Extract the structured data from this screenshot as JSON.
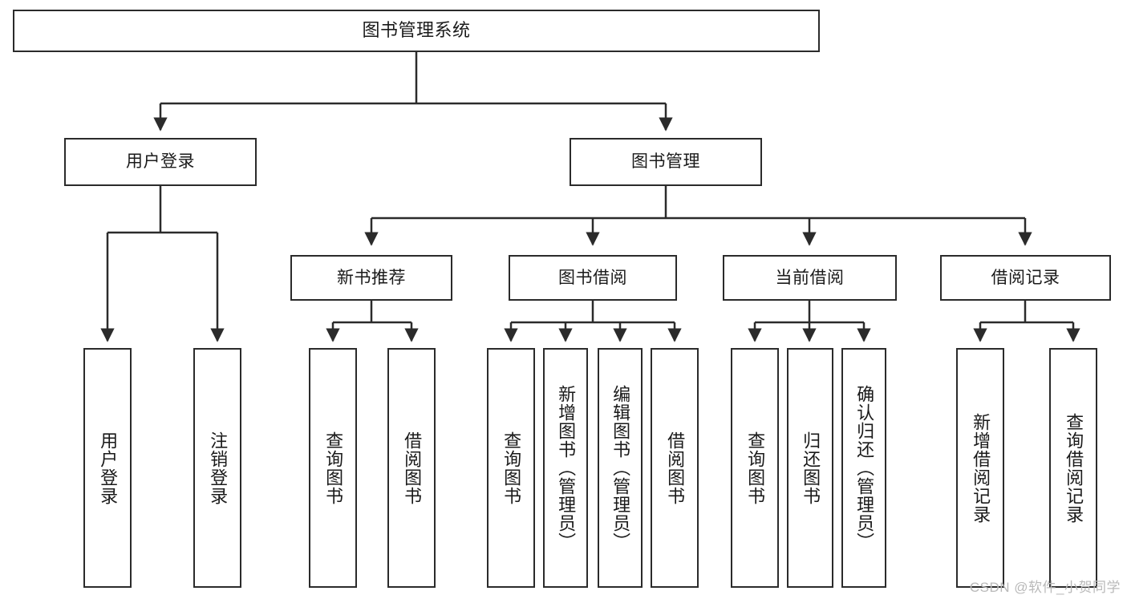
{
  "diagram": {
    "title": "图书管理系统",
    "watermark": "CSDN @软件_小贺同学",
    "colors": {
      "stroke": "#2b2b2b",
      "fill": "#ffffff",
      "text": "#1a1a1a",
      "watermark": "#b9b9b9"
    },
    "root": {
      "label": "图书管理系统"
    },
    "level2": [
      {
        "label": "用户登录"
      },
      {
        "label": "图书管理"
      }
    ],
    "level3": [
      {
        "label": "新书推荐"
      },
      {
        "label": "图书借阅"
      },
      {
        "label": "当前借阅"
      },
      {
        "label": "借阅记录"
      }
    ],
    "leaves": {
      "user_login": [
        {
          "label": "用户登录"
        },
        {
          "label": "注销登录"
        }
      ],
      "new_book_rec": [
        {
          "label": "查询图书"
        },
        {
          "label": "借阅图书"
        }
      ],
      "book_borrow": [
        {
          "label": "查询图书"
        },
        {
          "label": "新增图书（管理员）"
        },
        {
          "label": "编辑图书（管理员）"
        },
        {
          "label": "借阅图书"
        }
      ],
      "current_borrow": [
        {
          "label": "查询图书"
        },
        {
          "label": "归还图书"
        },
        {
          "label": "确认归还（管理员）"
        }
      ],
      "borrow_record": [
        {
          "label": "新增借阅记录"
        },
        {
          "label": "查询借阅记录"
        }
      ]
    }
  }
}
